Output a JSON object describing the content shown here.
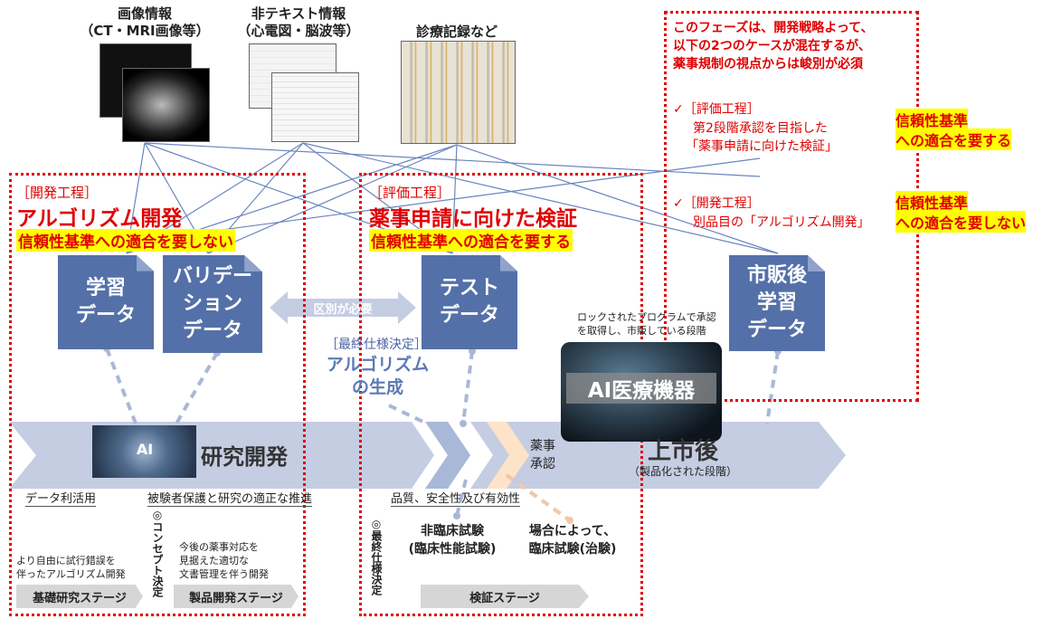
{
  "sources": {
    "imaging": {
      "title": "画像情報",
      "sub": "（CT・MRI画像等）"
    },
    "nontext": {
      "title": "非テキスト情報",
      "sub": "（心電図・脳波等）"
    },
    "records": {
      "title": "診療記録など"
    }
  },
  "dev_phase": {
    "tag": "［開発工程］",
    "title": "アルゴリズム開発",
    "reliability": "信頼性基準への適合を要しない"
  },
  "eval_phase": {
    "tag": "［評価工程］",
    "title": "薬事申請に向けた検証",
    "reliability": "信頼性基準への適合を要する"
  },
  "note_box": {
    "line1": "このフェーズは、開発戦略よって、",
    "line2": "以下の2つのケースが混在するが、",
    "line3": "薬事規制の視点からは峻別が必須",
    "case1_tag": "✓［評価工程］",
    "case1_line1": "第2段階承認を目指した",
    "case1_line2": "「薬事申請に向けた検証」",
    "case1_badge1": "信頼性基準",
    "case1_badge2": "への適合を要する",
    "case2_tag": "✓［開発工程］",
    "case2_line1": "別品目の「アルゴリズム開発」",
    "case2_badge1": "信頼性基準",
    "case2_badge2": "への適合を要しない"
  },
  "data_boxes": {
    "training": "学習\nデータ",
    "validation": "バリデー\nション\nデータ",
    "test": "テスト\nデータ",
    "post_market": "市販後\n学習\nデータ"
  },
  "distinction_label": "区別が必要",
  "final_spec": {
    "tag": "［最終仕様決定］",
    "line1": "アルゴリズム",
    "line2": "の生成"
  },
  "device": {
    "caption1": "ロックされたプログラムで承認",
    "caption2": "を取得し、市販している段階",
    "title": "AI医療機器"
  },
  "timeline": {
    "ai_label": "AI",
    "research": "研究開発",
    "approval1": "薬事",
    "approval2": "承認",
    "post_market": "上市後",
    "post_market_sub": "（製品化された段階）"
  },
  "bottom": {
    "data_use": "データ利活用",
    "subject_protection": "被験者保護と研究の適正な推進",
    "quality": "品質、安全性及び有効性",
    "concept": "◎コンセプト決定",
    "final_spec_vertical": "◎最終仕様決定",
    "free_dev1": "より自由に試行錯誤を",
    "free_dev2": "伴ったアルゴリズム開発",
    "doc_dev1": "今後の薬事対応を",
    "doc_dev2": "見据えた適切な",
    "doc_dev3": "文書管理を伴う開発",
    "nonclinical1": "非臨床試験",
    "nonclinical2": "(臨床性能試験)",
    "clinical1": "場合によって、",
    "clinical2": "臨床試験(治験)",
    "stage_basic": "基礎研究ステージ",
    "stage_product": "製品開発ステージ",
    "stage_verify": "検証ステージ"
  },
  "colors": {
    "accent_red": "#e00000",
    "doc_blue": "#5470a8",
    "highlight": "#ffff00",
    "timeline": "#c5cde3"
  }
}
